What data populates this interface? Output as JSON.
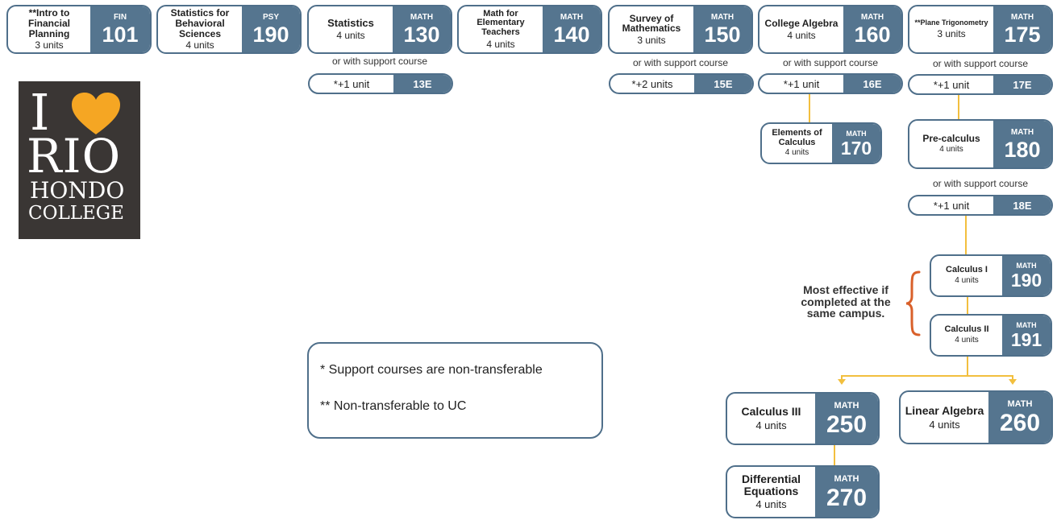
{
  "logo": {
    "i": "I",
    "rio": "RIO",
    "hondo": "HONDO",
    "college": "COLLEGE",
    "heart_color": "#f5a623"
  },
  "courses": {
    "fin101": {
      "title": "**Intro to Financial Planning",
      "units": "3 units",
      "dept": "FIN",
      "num": "101"
    },
    "psy190": {
      "title": "Statistics for Behavioral Sciences",
      "units": "4 units",
      "dept": "PSY",
      "num": "190"
    },
    "math130": {
      "title": "Statistics",
      "units": "4 units",
      "dept": "MATH",
      "num": "130"
    },
    "math140": {
      "title": "Math for Elementary Teachers",
      "units": "4 units",
      "dept": "MATH",
      "num": "140"
    },
    "math150": {
      "title": "Survey of Mathematics",
      "units": "3 units",
      "dept": "MATH",
      "num": "150"
    },
    "math160": {
      "title": "College Algebra",
      "units": "4 units",
      "dept": "MATH",
      "num": "160"
    },
    "math175": {
      "title": "**Plane Trigonometry",
      "units": "3 units",
      "dept": "MATH",
      "num": "175"
    },
    "math170": {
      "title": "Elements of Calculus",
      "units": "4 units",
      "dept": "MATH",
      "num": "170"
    },
    "math180": {
      "title": "Pre-calculus",
      "units": "4 units",
      "dept": "MATH",
      "num": "180"
    },
    "math190": {
      "title": "Calculus I",
      "units": "4 units",
      "dept": "MATH",
      "num": "190"
    },
    "math191": {
      "title": "Calculus II",
      "units": "4 units",
      "dept": "MATH",
      "num": "191"
    },
    "math250": {
      "title": "Calculus III",
      "units": "4 units",
      "dept": "MATH",
      "num": "250"
    },
    "math260": {
      "title": "Linear Algebra",
      "units": "4 units",
      "dept": "MATH",
      "num": "260"
    },
    "math270": {
      "title": "Differential Equations",
      "units": "4 units",
      "dept": "MATH",
      "num": "270"
    }
  },
  "support": {
    "s13e": {
      "units": "*+1 unit",
      "code": "13E"
    },
    "s15e": {
      "units": "*+2 units",
      "code": "15E"
    },
    "s16e": {
      "units": "*+1 unit",
      "code": "16E"
    },
    "s17e": {
      "units": "*+1 unit",
      "code": "17E"
    },
    "s18e": {
      "units": "*+1 unit",
      "code": "18E"
    }
  },
  "or_support_text": "or with support course",
  "effective_note": "Most effective if completed at the same campus.",
  "footnotes": {
    "note1": "* Support courses are non-transferable",
    "note2": "** Non-transferable to UC"
  }
}
